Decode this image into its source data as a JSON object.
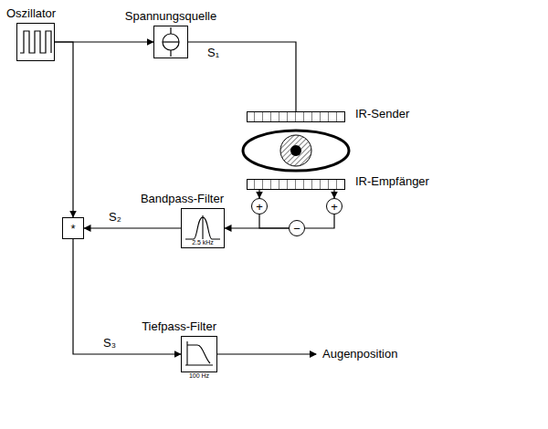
{
  "diagram": {
    "nodes": [
      {
        "text": [
          "Oszillator"
        ]
      },
      {
        "text": [
          "Spannungsquelle"
        ]
      },
      {
        "text": [
          "IR-Sender"
        ]
      },
      {
        "text": [
          "IR-Empfänger"
        ]
      },
      {
        "text": [
          "+"
        ]
      },
      {
        "text": [
          "+"
        ]
      },
      {
        "text": [
          "−"
        ]
      },
      {
        "text": [
          "Bandpass-Filter",
          "2.5 kHz"
        ]
      },
      {
        "text": [
          "*"
        ]
      },
      {
        "text": [
          "Tiefpass-Filter",
          "100 Hz"
        ]
      }
    ],
    "edges": [
      {
        "from": 0,
        "to": 1,
        "arrow": "to"
      },
      {
        "from": 0,
        "to": 8,
        "arrow": "to"
      },
      {
        "from": 1,
        "to": 2,
        "label": "S₁",
        "arrow": "none"
      },
      {
        "from": 3,
        "to": 4,
        "arrow": "to"
      },
      {
        "from": 3,
        "to": 5,
        "arrow": "to"
      },
      {
        "from": 4,
        "to": 6,
        "arrow": "none"
      },
      {
        "from": 5,
        "to": 6,
        "arrow": "none"
      },
      {
        "from": 6,
        "to": 7,
        "arrow": "to"
      },
      {
        "from": 7,
        "to": 8,
        "label": "S₂",
        "arrow": "to"
      },
      {
        "from": 8,
        "to": 9,
        "label": "S₃",
        "arrow": "to"
      }
    ],
    "labels": [
      "Augenposition"
    ]
  }
}
